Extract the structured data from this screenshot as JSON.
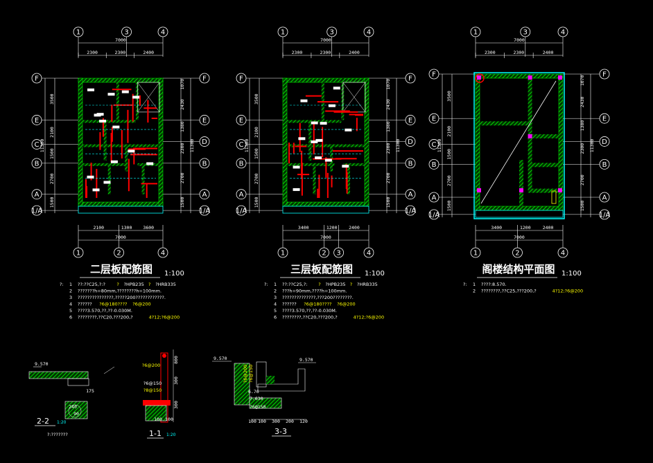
{
  "plans": [
    {
      "title": "二层板配筋图",
      "scale": "1:100",
      "top_axes": [
        "1",
        "3",
        "4"
      ],
      "bottom_axes": [
        "1",
        "2",
        "4"
      ],
      "top_total": "7000",
      "top_dims": [
        "2300",
        "2300",
        "2400"
      ],
      "bottom_total": "7000",
      "bottom_dims": [
        "2100",
        "1300",
        "3600"
      ],
      "left_axes": [
        "F",
        "E",
        "C",
        "B",
        "A",
        "1/A"
      ],
      "right_axes": [
        "F",
        "E",
        "D",
        "B",
        "A",
        "1/A"
      ],
      "left_total": "11300",
      "left_dims": [
        "3500",
        "2100",
        "1500",
        "2700",
        "1500"
      ],
      "right_total": "11300",
      "right_dims": [
        "1070",
        "2430",
        "1380",
        "2300",
        "2700",
        "1500"
      ],
      "notes": [
        {
          "n": "1",
          "t": "??:??C25,?:?",
          "y": "?",
          "t2": "?HPB235",
          "y2": "?",
          "t3": "?HRB335"
        },
        {
          "n": "2",
          "t": "???????h=80mm,????????h=100mm."
        },
        {
          "n": "3",
          "t": "???????????????,?????200????????????."
        },
        {
          "n": "4",
          "t": "??????",
          "y": "?6@180????",
          "t2": "",
          "y2": "?6@200"
        },
        {
          "n": "5",
          "t": "????3.570,??,??-0.030M."
        },
        {
          "n": "6",
          "t": "????????,??C20,???200,?",
          "y": "4?12;?6@200"
        }
      ]
    },
    {
      "title": "三层板配筋图",
      "scale": "1:100",
      "top_axes": [
        "1",
        "3",
        "4"
      ],
      "bottom_axes": [
        "1",
        "2",
        "3",
        "4"
      ],
      "top_total": "7000",
      "top_dims": [
        "2300",
        "2300",
        "2400"
      ],
      "bottom_total": "7000",
      "bottom_dims": [
        "3400",
        "1200",
        "2400"
      ],
      "left_axes": [
        "F",
        "E",
        "C",
        "B",
        "A",
        "1/A"
      ],
      "right_axes": [
        "F",
        "E",
        "D",
        "B",
        "A",
        "1/A"
      ],
      "left_total": "11300",
      "left_dims": [
        "3500",
        "2100",
        "1500",
        "2700",
        "1500"
      ],
      "right_total": "11300",
      "right_dims": [
        "1070",
        "2430",
        "1380",
        "2300",
        "2700",
        "1500"
      ],
      "notes": [
        {
          "n": "1",
          "t": "??:??C25,?:",
          "y": "?",
          "t2": "?HPB235",
          "y2": "?",
          "t3": "?HRB335"
        },
        {
          "n": "2",
          "t": "???h=90mm,????h=100mm."
        },
        {
          "n": "3",
          "t": "??????????????,???200????????."
        },
        {
          "n": "4",
          "t": "??????",
          "y": "?6@180????",
          "t2": "",
          "y2": "?6@200"
        },
        {
          "n": "5",
          "t": "????3.570,??,??-0.030M."
        },
        {
          "n": "6",
          "t": "????????,??C20,???200,?",
          "y": "4?12;?6@200"
        }
      ]
    },
    {
      "title": "阁楼结构平面图",
      "scale": "1:100",
      "top_axes": [
        "1",
        "3",
        "4"
      ],
      "bottom_axes": [
        "1",
        "2",
        "4"
      ],
      "top_total": "7000",
      "top_dims": [
        "2300",
        "2300",
        "2400"
      ],
      "bottom_total": "7000",
      "bottom_dims": [
        "3400",
        "1200",
        "2400"
      ],
      "left_axes": [
        "F",
        "E",
        "C",
        "B",
        "A",
        "1/A"
      ],
      "right_axes": [
        "F",
        "E",
        "D",
        "B",
        "A",
        "1/A"
      ],
      "left_total": "11300",
      "left_dims": [
        "3500",
        "2100",
        "1500",
        "2700",
        "1500"
      ],
      "right_total": "11300",
      "right_dims": [
        "1070",
        "2430",
        "1380",
        "2300",
        "2700",
        "1500"
      ],
      "notes": [
        {
          "n": "1",
          "t": "????:8.570."
        },
        {
          "n": "2",
          "t": "????????,??C25,???200,?",
          "y": "4?12;?6@200"
        }
      ]
    }
  ],
  "sections": [
    {
      "label": "2-2",
      "scale": "1:20",
      "note": "?:???????",
      "dims": [
        "240",
        "90",
        "175"
      ],
      "elev": "9.570"
    },
    {
      "label": "1-1",
      "scale": "1:20",
      "dims": [
        "100",
        "100",
        "300",
        "300",
        "800"
      ],
      "rebar": [
        "?6@200",
        "?6@150",
        "?8@150"
      ]
    },
    {
      "label": "3-3",
      "scale": "",
      "dims": [
        "100",
        "100",
        "300",
        "200",
        "120"
      ],
      "elev": [
        "9.570",
        "9.570",
        "6.76",
        "7.630",
        "?6@150"
      ],
      "rebar": [
        "?6@200",
        "?6@150"
      ]
    }
  ],
  "colors": {
    "bg": "#000000",
    "wall": "#00ff00",
    "rebar": "#ff0000",
    "axis": "#ffffff",
    "dim": "#ffffff",
    "col": "#ff00ff",
    "cyan": "#00ffff",
    "yellow": "#ffff00"
  }
}
